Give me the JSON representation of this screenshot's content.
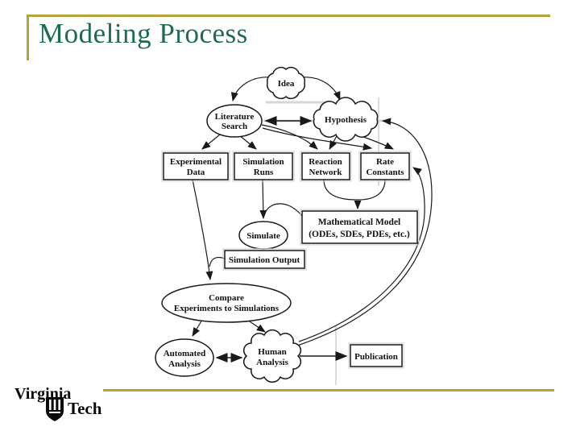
{
  "slide": {
    "title": "Modeling Process"
  },
  "logo": {
    "word1": "Virginia",
    "word2": "Tech"
  },
  "colors": {
    "accent_gold": "#b5a33c",
    "title_green": "#1d6b52",
    "diagram_ink": "#1a1a1a",
    "background": "#ffffff"
  },
  "diagram": {
    "nodes": {
      "idea": {
        "shape": "cloud",
        "lines": [
          "Idea"
        ]
      },
      "literature_search": {
        "shape": "ellipse",
        "lines": [
          "Literature",
          "Search"
        ]
      },
      "hypothesis": {
        "shape": "cloud",
        "lines": [
          "Hypothesis"
        ]
      },
      "experimental_data": {
        "shape": "rect",
        "lines": [
          "Experimental",
          "Data"
        ]
      },
      "simulation_runs": {
        "shape": "rect",
        "lines": [
          "Simulation",
          "Runs"
        ]
      },
      "reaction_network": {
        "shape": "rect",
        "lines": [
          "Reaction",
          "Network"
        ]
      },
      "rate_constants": {
        "shape": "rect",
        "lines": [
          "Rate",
          "Constants"
        ]
      },
      "mathematical_model": {
        "shape": "rect",
        "lines": [
          "Mathematical Model",
          "(ODEs, SDEs, PDEs, etc.)"
        ]
      },
      "simulate": {
        "shape": "ellipse",
        "lines": [
          "Simulate"
        ]
      },
      "simulation_output": {
        "shape": "rect",
        "lines": [
          "Simulation Output"
        ]
      },
      "compare": {
        "shape": "ellipse",
        "lines": [
          "Compare",
          "Experiments to Simulations"
        ]
      },
      "automated_analysis": {
        "shape": "ellipse",
        "lines": [
          "Automated",
          "Analysis"
        ]
      },
      "human_analysis": {
        "shape": "cloud",
        "lines": [
          "Human",
          "Analysis"
        ]
      },
      "publication": {
        "shape": "rect",
        "lines": [
          "Publication"
        ]
      }
    },
    "edges": [
      {
        "from": "idea",
        "to": "literature_search",
        "arrow": "single"
      },
      {
        "from": "idea",
        "to": "hypothesis",
        "arrow": "single"
      },
      {
        "from": "literature_search",
        "to": "hypothesis",
        "arrow": "double"
      },
      {
        "from": "literature_search",
        "to": "experimental_data",
        "arrow": "single"
      },
      {
        "from": "literature_search",
        "to": "simulation_runs",
        "arrow": "single"
      },
      {
        "from": "literature_search",
        "to": "reaction_network",
        "arrow": "single"
      },
      {
        "from": "literature_search",
        "to": "rate_constants",
        "arrow": "single"
      },
      {
        "from": "hypothesis",
        "to": "reaction_network",
        "arrow": "single"
      },
      {
        "from": "hypothesis",
        "to": "rate_constants",
        "arrow": "single"
      },
      {
        "from": "reaction_network",
        "to": "mathematical_model",
        "arrow": "single"
      },
      {
        "from": "rate_constants",
        "to": "mathematical_model",
        "arrow": "single"
      },
      {
        "from": "simulation_runs",
        "to": "simulate",
        "arrow": "single"
      },
      {
        "from": "mathematical_model",
        "to": "simulate",
        "arrow": "single"
      },
      {
        "from": "experimental_data",
        "to": "compare",
        "arrow": "single"
      },
      {
        "from": "simulation_output",
        "to": "compare",
        "arrow": "single"
      },
      {
        "from": "compare",
        "to": "automated_analysis",
        "arrow": "single"
      },
      {
        "from": "compare",
        "to": "human_analysis",
        "arrow": "single"
      },
      {
        "from": "automated_analysis",
        "to": "human_analysis",
        "arrow": "double"
      },
      {
        "from": "human_analysis",
        "to": "publication",
        "arrow": "single"
      },
      {
        "from": "human_analysis",
        "to": "hypothesis",
        "arrow": "single"
      },
      {
        "from": "human_analysis",
        "to": "rate_constants",
        "arrow": "single"
      }
    ]
  }
}
